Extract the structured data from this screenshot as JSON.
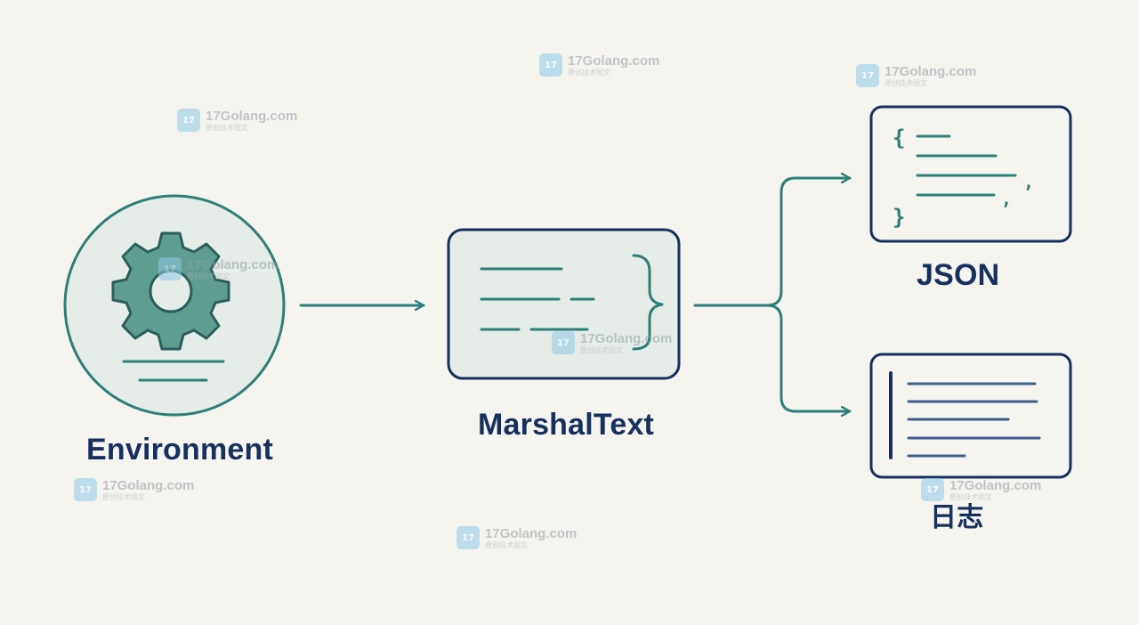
{
  "nodes": {
    "environment": {
      "label": "Environment"
    },
    "marshal": {
      "label": "MarshalText"
    },
    "json": {
      "label": "JSON"
    },
    "log": {
      "label": "日志"
    }
  },
  "json_glyphs": {
    "open_brace": "{",
    "close_brace": "}",
    "comma_1": ",",
    "comma_2": ","
  },
  "colors": {
    "background": "#f6f4ef",
    "navy": "#17305e",
    "teal": "#2e7f7a",
    "teal_fill": "#5e9e91",
    "circle_fill": "#e6ece7"
  },
  "watermark": {
    "domain": "17Golang.com",
    "subtitle": "原创技术图文",
    "icon": "17golang-logo-icon"
  }
}
